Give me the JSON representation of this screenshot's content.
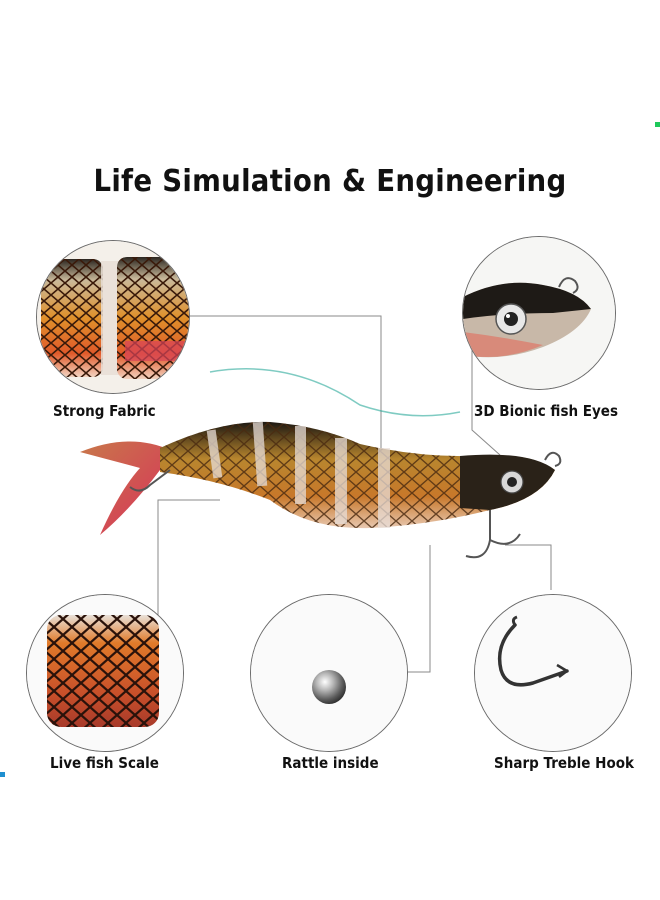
{
  "title": "Life Simulation & Engineering",
  "features": {
    "strong_fabric": "Strong Fabric",
    "bionic_eyes": "3D Bionic fish Eyes",
    "fish_scale": "Live fish Scale",
    "rattle": "Rattle inside",
    "treble_hook": "Sharp Treble Hook"
  },
  "colors": {
    "accent_dot_green": "#1ec85a",
    "accent_dot_blue": "#1e8fd0"
  }
}
